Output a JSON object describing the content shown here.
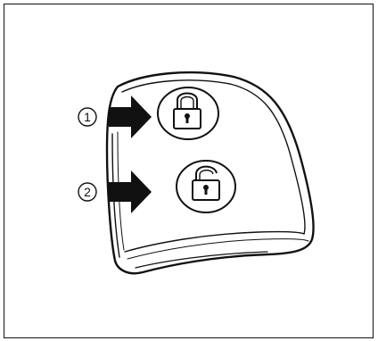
{
  "figure": {
    "callouts": [
      {
        "number": "1",
        "target": "lock-button"
      },
      {
        "number": "2",
        "target": "unlock-button"
      }
    ],
    "icons": {
      "button_1": "padlock-closed-icon",
      "button_2": "padlock-open-icon",
      "pointer": "right-arrow-icon"
    },
    "colors": {
      "ink": "#111111",
      "fill": "#ffffff"
    }
  }
}
